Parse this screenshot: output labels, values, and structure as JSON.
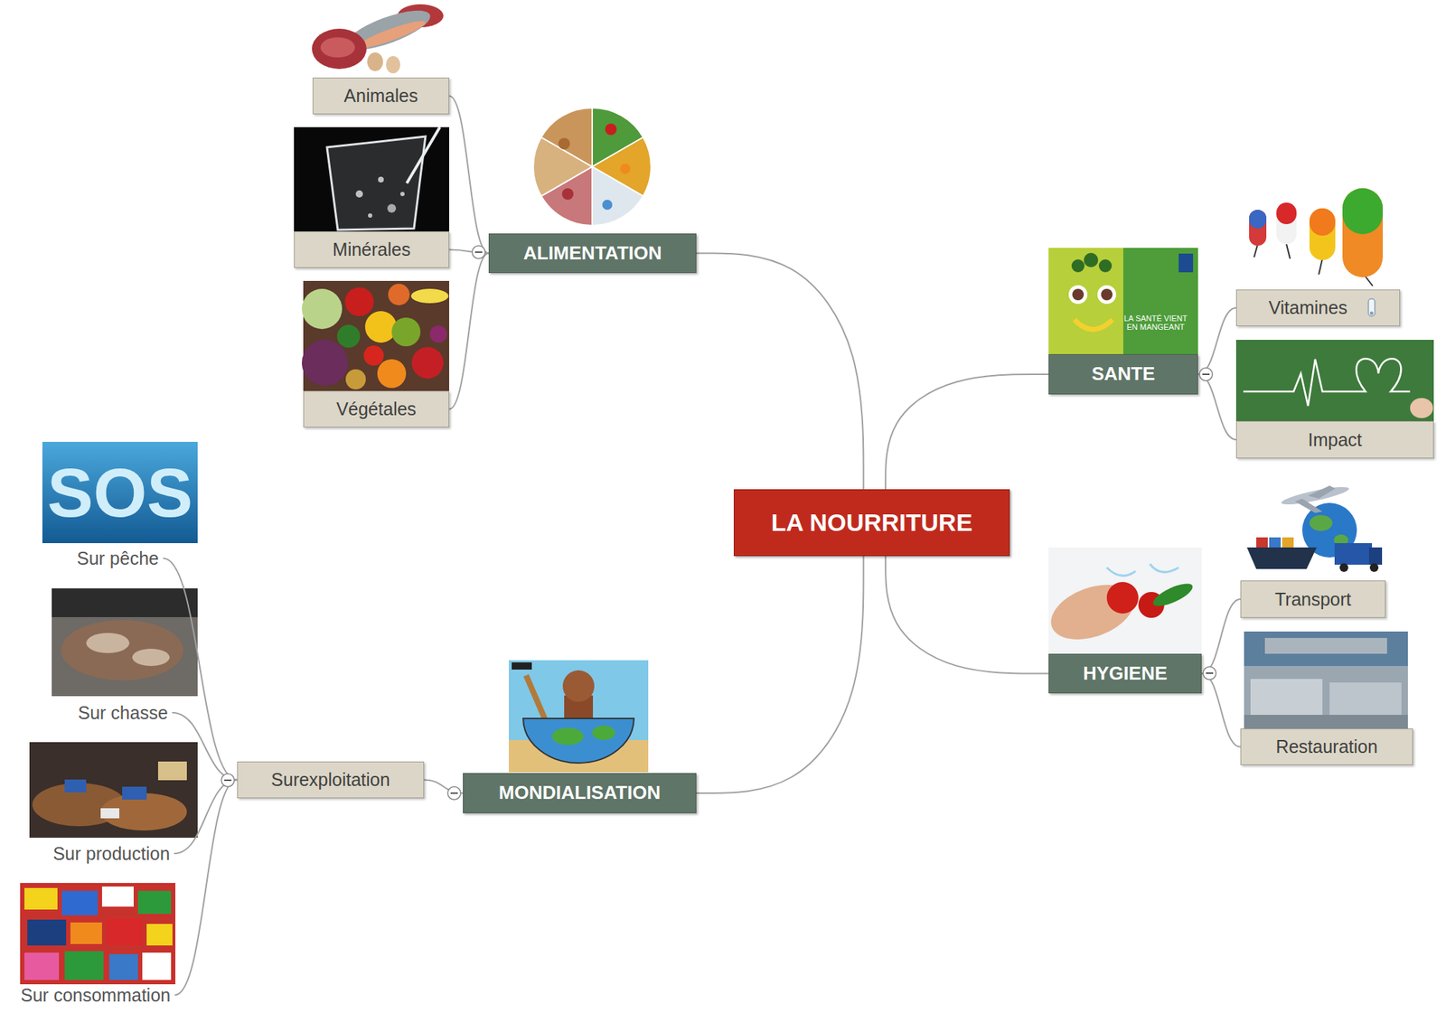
{
  "diagram": {
    "nodes": [
      {
        "text": [
          "LA NOURRITURE"
        ]
      },
      {
        "text": [
          "ALIMENTATION"
        ]
      },
      {
        "text": [
          "Animales"
        ]
      },
      {
        "text": [
          "Minérales"
        ]
      },
      {
        "text": [
          "Végétales"
        ]
      },
      {
        "text": [
          "SANTE"
        ]
      },
      {
        "text": [
          "Vitamines"
        ]
      },
      {
        "text": [
          "Impact"
        ]
      },
      {
        "text": [
          "HYGIENE"
        ]
      },
      {
        "text": [
          "Transport"
        ]
      },
      {
        "text": [
          "Restauration"
        ]
      },
      {
        "text": [
          "MONDIALISATION"
        ]
      },
      {
        "text": [
          "Surexploitation"
        ]
      },
      {
        "text": [
          "Sur pêche"
        ]
      },
      {
        "text": [
          "Sur chasse"
        ]
      },
      {
        "text": [
          "Sur production"
        ]
      },
      {
        "text": [
          "Sur consommation"
        ]
      }
    ],
    "edges": [
      {
        "from": 0,
        "to": 1,
        "arrow": "none"
      },
      {
        "from": 1,
        "to": 2,
        "arrow": "none"
      },
      {
        "from": 1,
        "to": 3,
        "arrow": "none"
      },
      {
        "from": 1,
        "to": 4,
        "arrow": "none"
      },
      {
        "from": 0,
        "to": 5,
        "arrow": "none"
      },
      {
        "from": 5,
        "to": 6,
        "arrow": "none"
      },
      {
        "from": 5,
        "to": 7,
        "arrow": "none"
      },
      {
        "from": 0,
        "to": 8,
        "arrow": "none"
      },
      {
        "from": 8,
        "to": 9,
        "arrow": "none"
      },
      {
        "from": 8,
        "to": 10,
        "arrow": "none"
      },
      {
        "from": 0,
        "to": 11,
        "arrow": "none"
      },
      {
        "from": 11,
        "to": 12,
        "arrow": "none"
      },
      {
        "from": 12,
        "to": 13,
        "arrow": "none"
      },
      {
        "from": 12,
        "to": 14,
        "arrow": "none"
      },
      {
        "from": 12,
        "to": 15,
        "arrow": "none"
      },
      {
        "from": 12,
        "to": 16,
        "arrow": "none"
      }
    ],
    "labels": [
      "LA SANTÉ VIENT EN MANGEANT",
      "SOS"
    ]
  }
}
